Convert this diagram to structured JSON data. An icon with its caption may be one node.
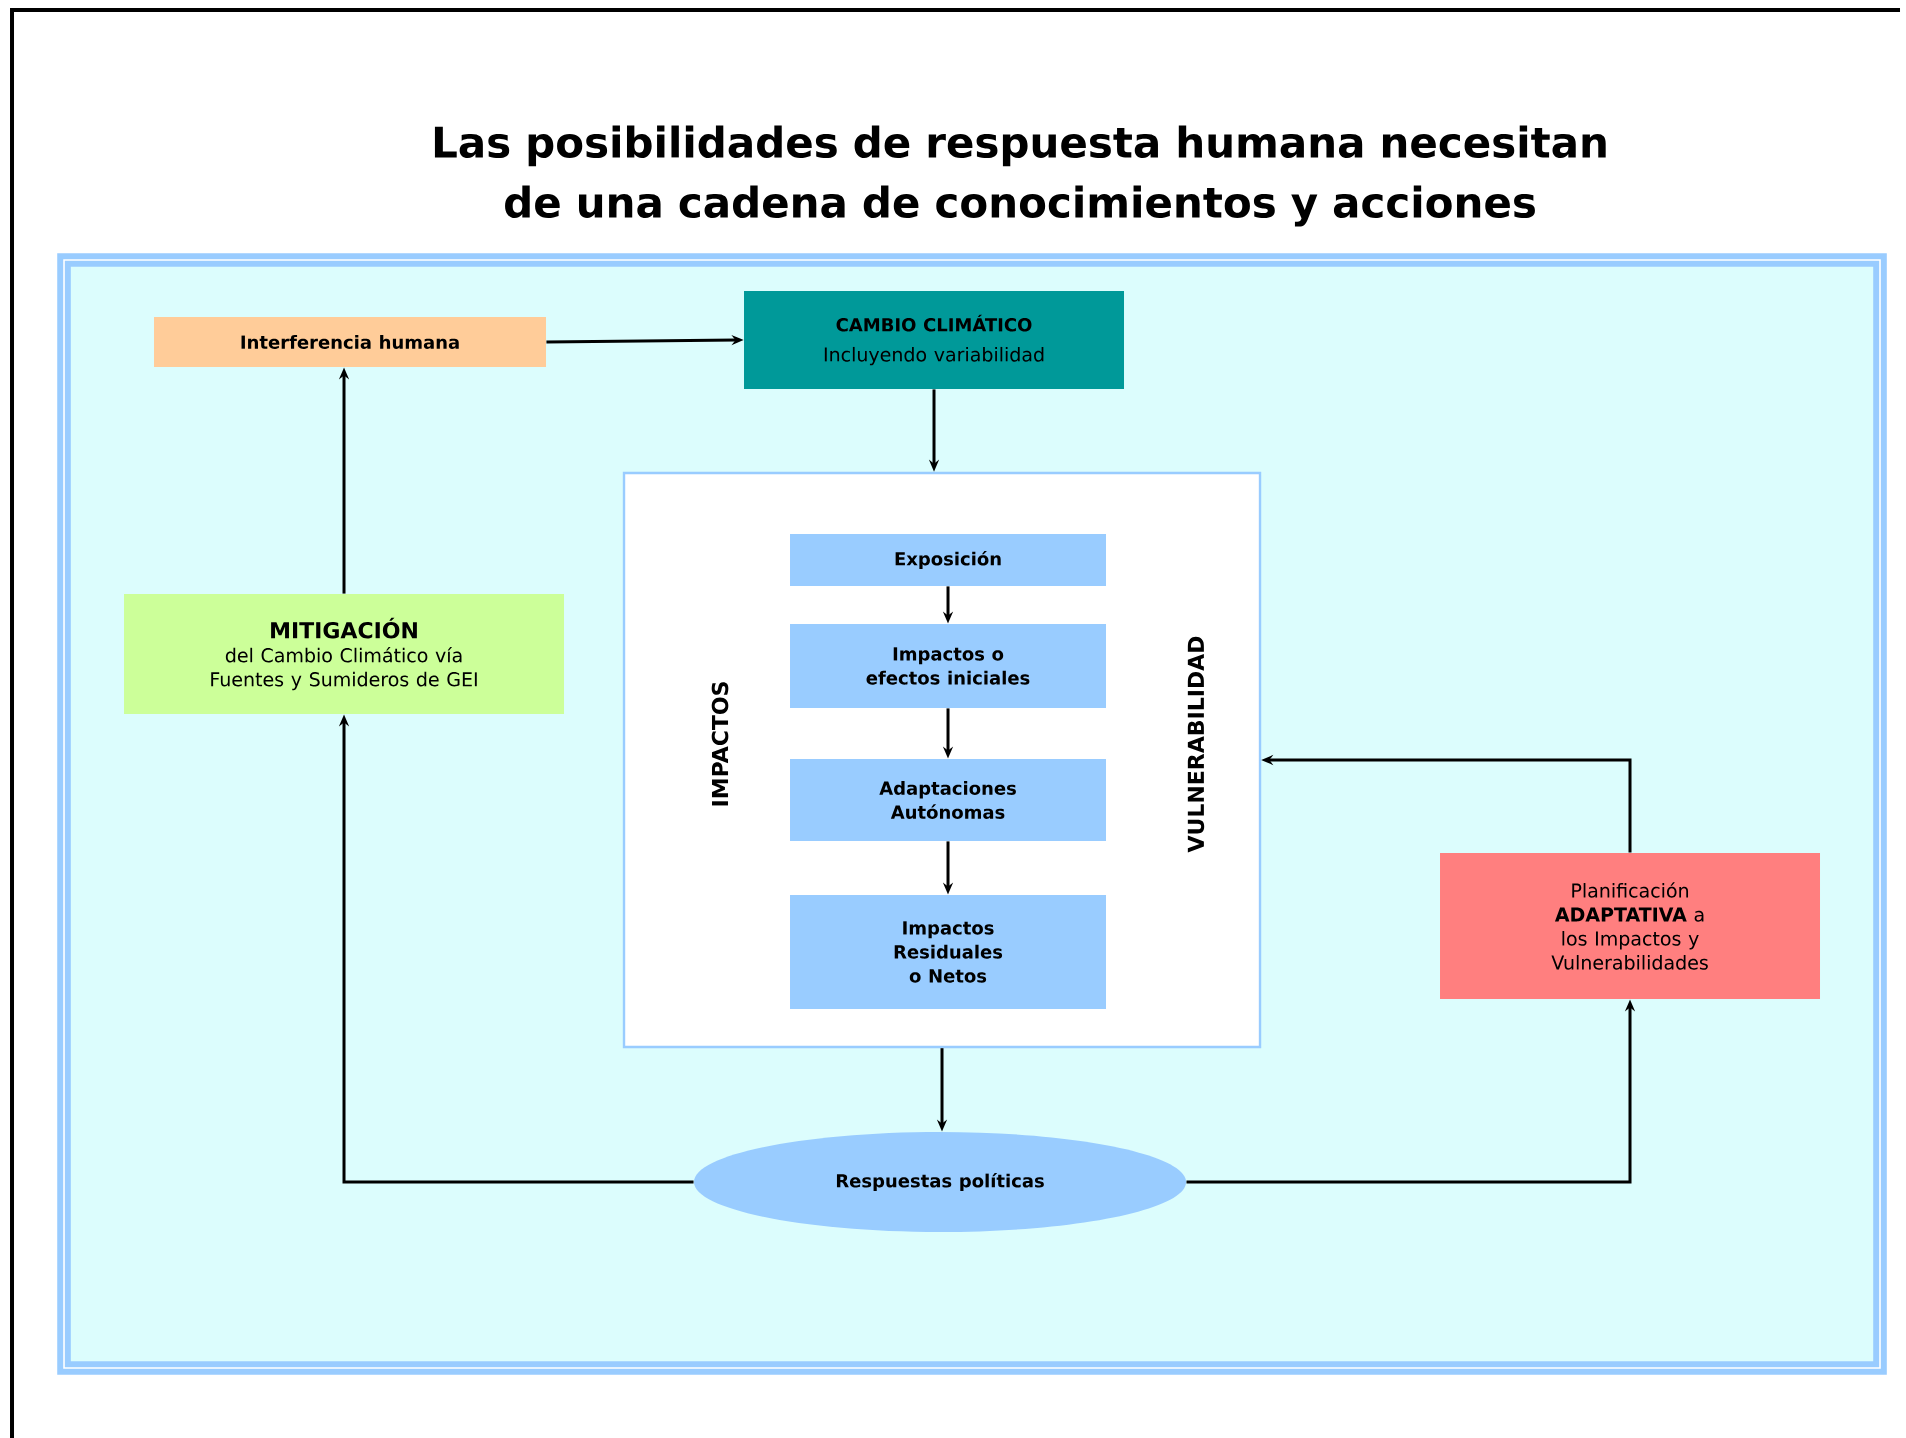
{
  "diagram": {
    "title": "Las posibilidades de respuesta humana necesitan de una cadena de conocimientos y acciones",
    "nodes": [
      {
        "text": [
          "Interferencia humana"
        ]
      },
      {
        "text": [
          "CAMBIO CLIMÁTICO",
          "Incluyendo variabilidad"
        ]
      },
      {
        "text": [
          "IMPACTOS",
          "VULNERABILIDAD"
        ]
      },
      {
        "text": [
          "Exposición"
        ],
        "in": 2
      },
      {
        "text": [
          "Impactos o efectos iniciales"
        ],
        "in": 2
      },
      {
        "text": [
          "Adaptaciones Autónomas"
        ],
        "in": 2
      },
      {
        "text": [
          "Impactos Residuales o Netos"
        ],
        "in": 2
      },
      {
        "text": [
          "MITIGACIÓN",
          "del Cambio Climático vía Fuentes y Sumideros de GEI"
        ]
      },
      {
        "text": [
          "Planificación **ADAPTATIVA** a los Impactos y Vulnerabilidades"
        ]
      },
      {
        "text": [
          "Respuestas políticas"
        ]
      }
    ],
    "edges": [
      {
        "from": 0,
        "to": 1,
        "arrow": "to"
      },
      {
        "from": 1,
        "to": 2,
        "arrow": "to"
      },
      {
        "from": 3,
        "to": 4,
        "arrow": "to"
      },
      {
        "from": 4,
        "to": 5,
        "arrow": "to"
      },
      {
        "from": 5,
        "to": 6,
        "arrow": "to"
      },
      {
        "from": 2,
        "to": 9,
        "arrow": "to"
      },
      {
        "from": 9,
        "to": 7,
        "arrow": "to"
      },
      {
        "from": 7,
        "to": 0,
        "arrow": "to"
      },
      {
        "from": 9,
        "to": 8,
        "arrow": "to"
      },
      {
        "from": 8,
        "to": 2,
        "arrow": "to"
      }
    ]
  }
}
